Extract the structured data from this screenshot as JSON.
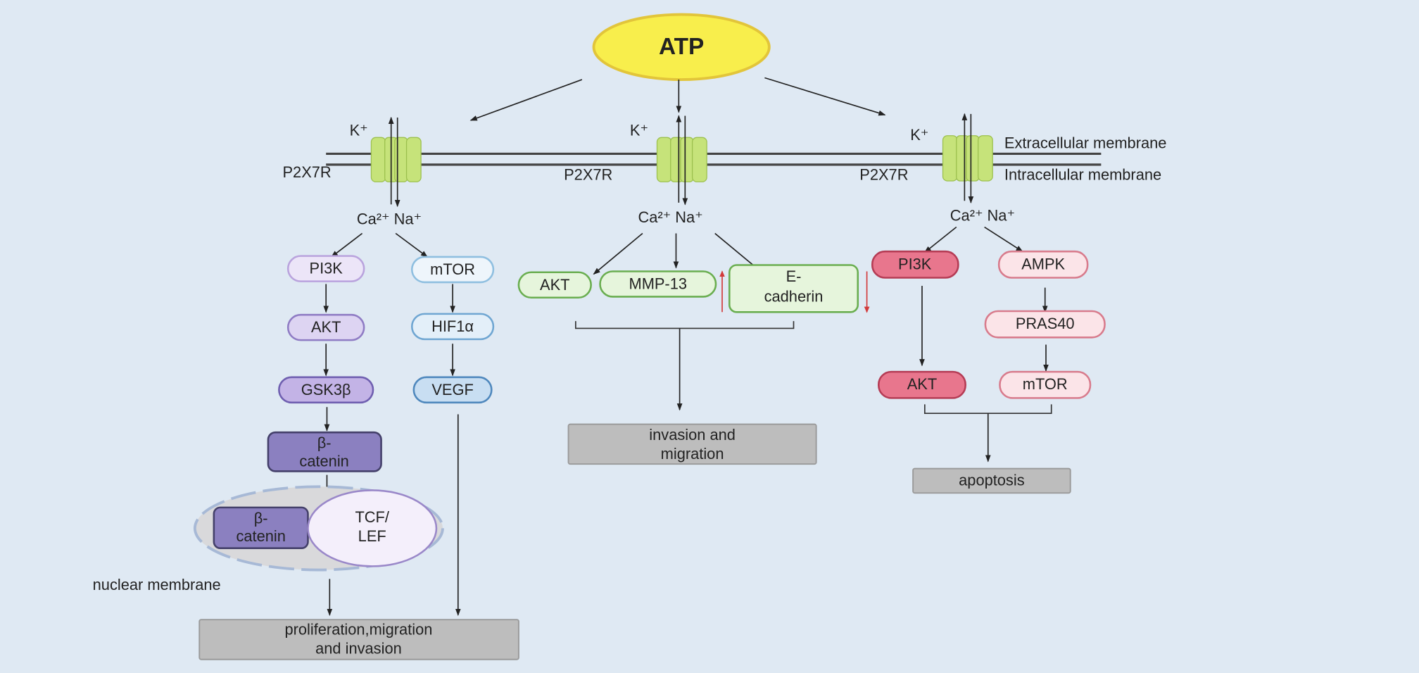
{
  "atp": "ATP",
  "membrane": {
    "extracellular": "Extracellular membrane",
    "intracellular": "Intracellular membrane"
  },
  "receptor": "P2X7R",
  "k_ion": "K⁺",
  "ca_na": "Ca²⁺ Na⁺",
  "left": {
    "pi3k": "PI3K",
    "mtor": "mTOR",
    "akt": "AKT",
    "hif1a": "HIF1α",
    "gsk3b": "GSK3β",
    "vegf": "VEGF",
    "beta_catenin": [
      "β-",
      "catenin"
    ],
    "nuclear_beta_catenin": [
      "β-",
      "catenin"
    ],
    "tcf_lef": [
      "TCF/",
      "LEF"
    ],
    "nuclear_membrane": "nuclear membrane",
    "outcome": [
      "proliferation,migration",
      "and invasion"
    ]
  },
  "middle": {
    "akt": "AKT",
    "mmp13": "MMP-13",
    "ecadherin": [
      "E-",
      "cadherin"
    ],
    "outcome": [
      "invasion and",
      "migration"
    ]
  },
  "right": {
    "pi3k": "PI3K",
    "ampk": "AMPK",
    "pras40": "PRAS40",
    "akt": "AKT",
    "mtor": "mTOR",
    "outcome": "apoptosis"
  },
  "colors": {
    "background": "#dfe9f3",
    "atp": "#f8ee4c",
    "channel": "#c6e37a",
    "left_light": "#ece5f8",
    "left_dark": "#8b80c0",
    "blue": "#c8def2",
    "green": "#e6f5dc",
    "pink_dark": "#e8768d",
    "pink_light": "#fbe4e8",
    "outcome": "#bdbdbd",
    "up_down_arrows": "#d23a3a"
  }
}
